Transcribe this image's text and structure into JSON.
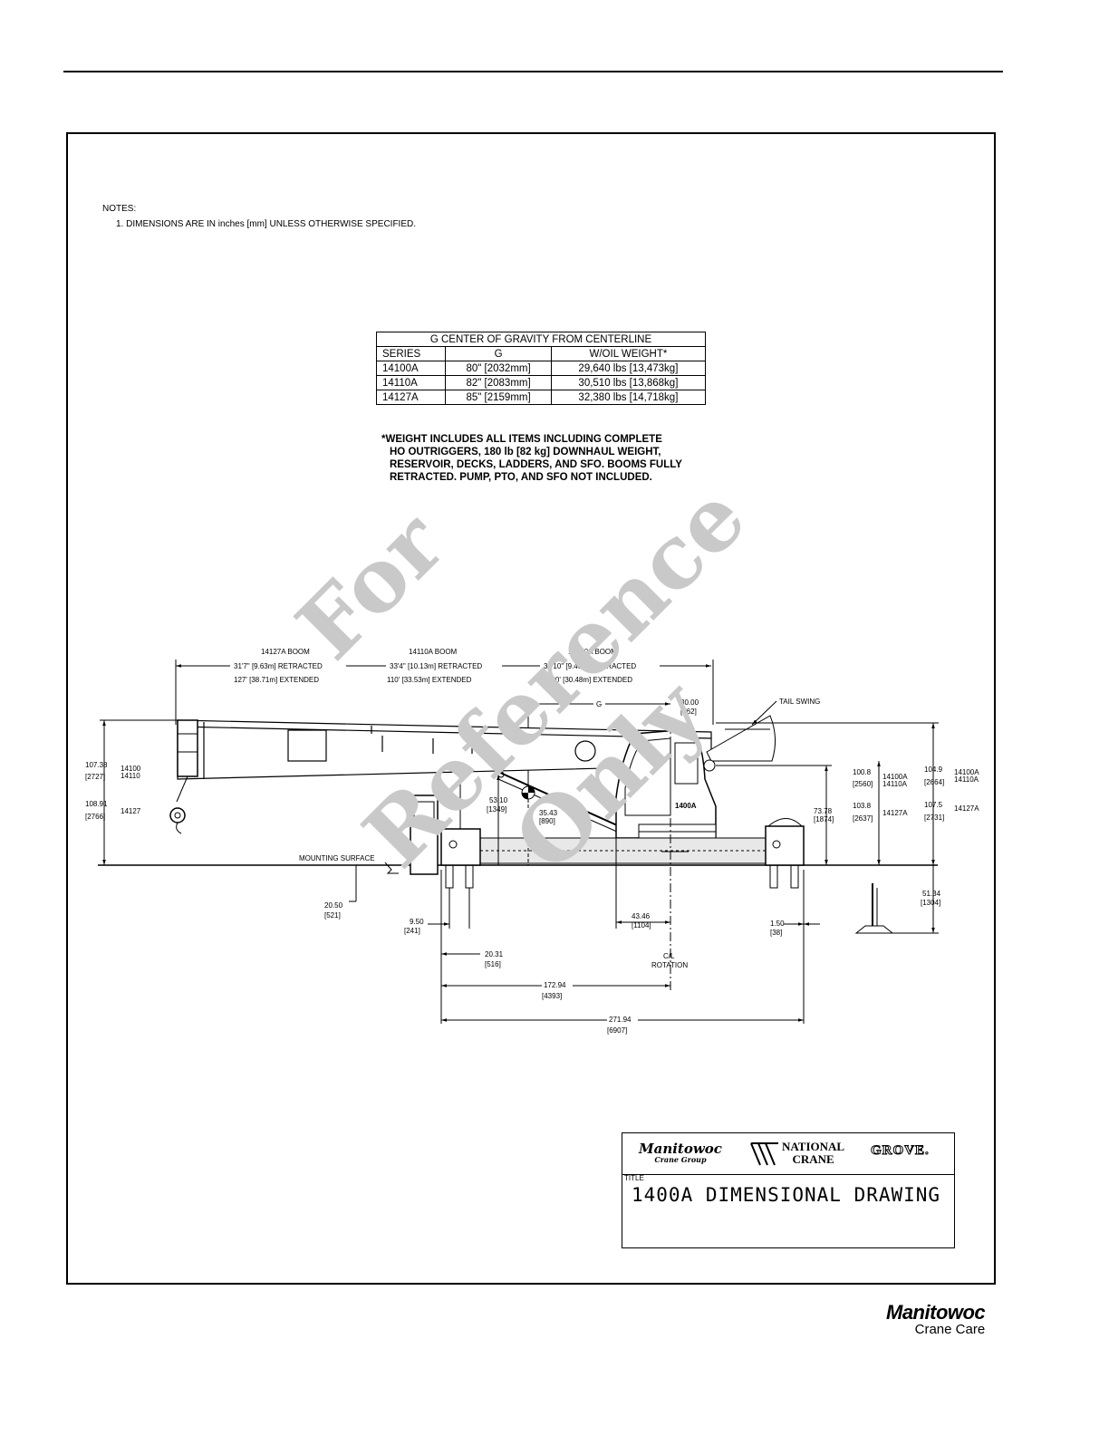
{
  "notes": {
    "heading": "NOTES:",
    "items": [
      "1. DIMENSIONS ARE IN inches [mm] UNLESS OTHERWISE SPECIFIED."
    ]
  },
  "cg_table": {
    "title": "G CENTER OF GRAVITY FROM CENTERLINE",
    "headers": [
      "SERIES",
      "G",
      "W/OIL WEIGHT*"
    ],
    "rows": [
      [
        "14100A",
        "80\" [2032mm]",
        "29,640 lbs [13,473kg]"
      ],
      [
        "14110A",
        "82\" [2083mm]",
        "30,510 lbs [13,868kg]"
      ],
      [
        "14127A",
        "85\" [2159mm]",
        "32,380 lbs [14,718kg]"
      ]
    ]
  },
  "weight_note": [
    "*WEIGHT INCLUDES ALL ITEMS INCLUDING COMPLETE",
    "HO OUTRIGGERS, 180 lb [82 kg] DOWNHAUL WEIGHT,",
    "RESERVOIR, DECKS, LADDERS, AND SFO.  BOOMS FULLY",
    "RETRACTED.  PUMP, PTO, AND SFO NOT INCLUDED."
  ],
  "booms": [
    {
      "name": "14127A BOOM",
      "retracted": "31'7\" [9.63m] RETRACTED",
      "extended": "127' [38.71m] EXTENDED"
    },
    {
      "name": "14110A BOOM",
      "retracted": "33'4\" [10.13m] RETRACTED",
      "extended": "110' [33.53m] EXTENDED"
    },
    {
      "name": "14100A BOOM",
      "retracted": "30'10\" [9.40m] RETRACTED",
      "extended": "100' [30.48m] EXTENDED"
    }
  ],
  "dims": {
    "g": "G",
    "tail_offset": "30.00",
    "tail_offset_mm": "[762]",
    "tail_swing": "TAIL SWING",
    "h_107_38": "107.38",
    "h_107_38_mm": "[2727]",
    "h_107_38_series": "14100",
    "h_107_38_series2": "14110",
    "h_108_91": "108.91",
    "h_108_91_mm": "[2766]",
    "h_108_91_series": "14127",
    "h_53_10": "53.10",
    "h_53_10_mm": "[1349]",
    "h_35_43": "35.43",
    "h_35_43_mm": "[890]",
    "h_73_78": "73.78",
    "h_73_78_mm": "[1874]",
    "h_100_8": "100.8",
    "h_100_8_mm": "[2560]",
    "h_100_8_series": "14100A",
    "h_100_8_series2": "14110A",
    "h_103_8": "103.8",
    "h_103_8_mm": "[2637]",
    "h_103_8_series": "14127A",
    "h_104_9": "104.9",
    "h_104_9_mm": "[2664]",
    "h_104_9_series": "14100A",
    "h_104_9_series2": "14110A",
    "h_107_5": "107.5",
    "h_107_5_mm": "[2731]",
    "h_107_5_series": "14127A",
    "mounting_surface": "MOUNTING SURFACE",
    "d_20_50": "20.50",
    "d_20_50_mm": "[521]",
    "d_9_50": "9.50",
    "d_9_50_mm": "[241]",
    "d_20_31": "20.31",
    "d_20_31_mm": "[516]",
    "d_43_46": "43.46",
    "d_43_46_mm": "[1104]",
    "d_1_50": "1.50",
    "d_1_50_mm": "[38]",
    "d_51_34": "51.34",
    "d_51_34_mm": "[1304]",
    "cl_rotation_1": "C/L",
    "cl_rotation_2": "ROTATION",
    "d_172_94": "172.94",
    "d_172_94_mm": "[4393]",
    "d_271_94": "271.94",
    "d_271_94_mm": "[6907]",
    "cab_label": "1400A"
  },
  "watermark": [
    "For",
    "Reference",
    "Only"
  ],
  "title_block": {
    "manitowoc": "Manitowoc",
    "manitowoc_sub": "Crane Group",
    "national_1": "NATIONAL",
    "national_2": "CRANE",
    "grove": "GROVE.",
    "title_label": "TITLE",
    "title": "1400A DIMENSIONAL DRAWING"
  },
  "footer": {
    "brand": "Manitowoc",
    "sub": "Crane Care"
  }
}
